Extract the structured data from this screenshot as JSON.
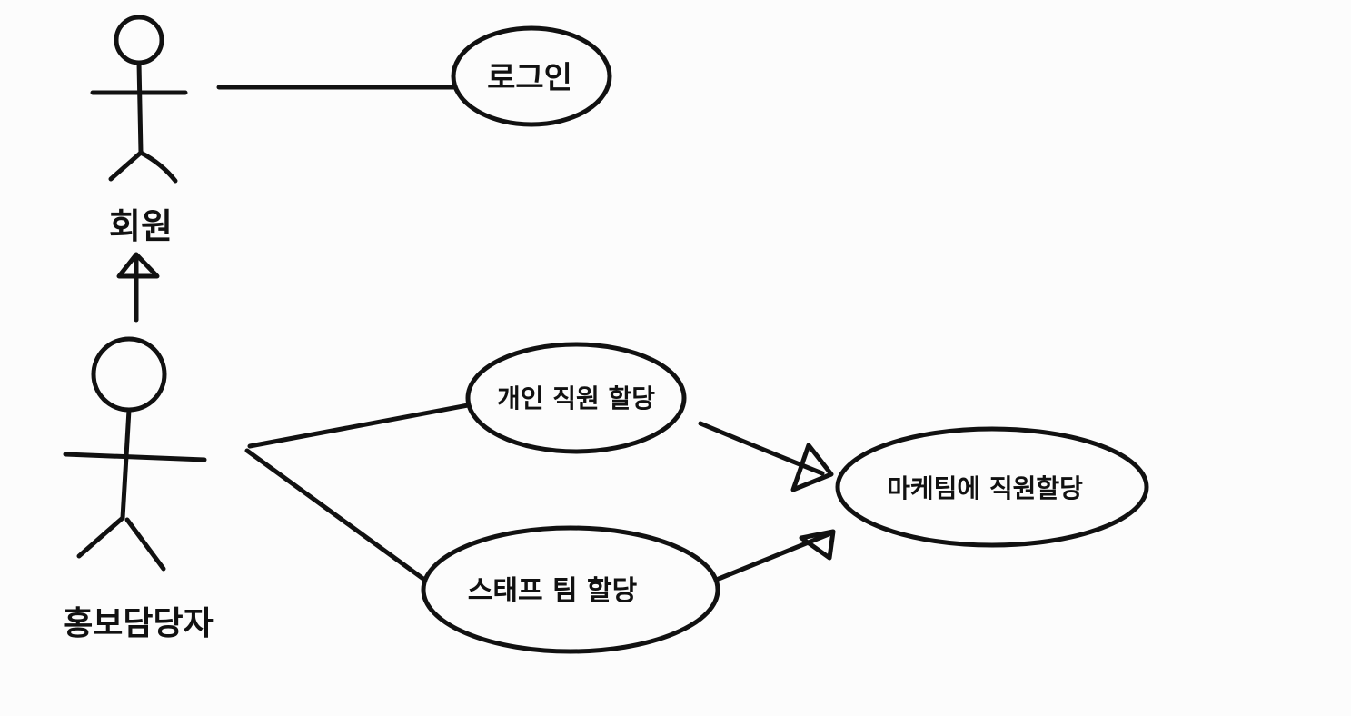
{
  "actors": {
    "member": {
      "label": "회원"
    },
    "pr_manager": {
      "label": "홍보담당자"
    }
  },
  "use_cases": {
    "login": {
      "label": "로그인"
    },
    "assign_individual": {
      "label": "개인 직원 할당"
    },
    "assign_staff_team": {
      "label": "스태프 팀 할당"
    },
    "assign_marketing": {
      "label": "마케팀에 직원할당"
    }
  },
  "colors": {
    "ink": "#111111",
    "background": "#fcfcfc"
  }
}
